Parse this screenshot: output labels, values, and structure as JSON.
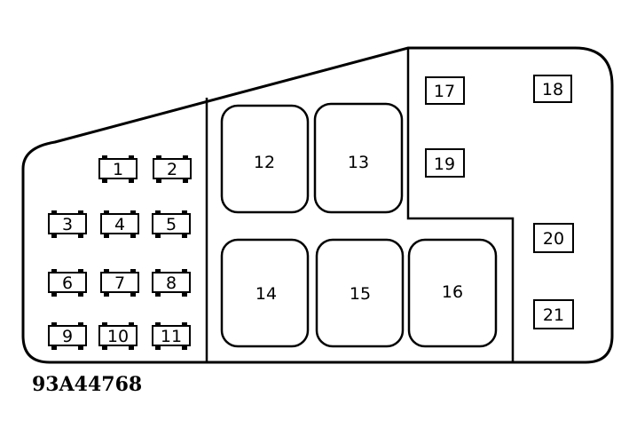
{
  "fuses": [
    {
      "label": "1"
    },
    {
      "label": "2"
    },
    {
      "label": "3"
    },
    {
      "label": "4"
    },
    {
      "label": "5"
    },
    {
      "label": "6"
    },
    {
      "label": "7"
    },
    {
      "label": "8"
    },
    {
      "label": "9"
    },
    {
      "label": "10"
    },
    {
      "label": "11"
    }
  ],
  "relays": [
    {
      "label": "12"
    },
    {
      "label": "13"
    },
    {
      "label": "14"
    },
    {
      "label": "15"
    },
    {
      "label": "16"
    }
  ],
  "small_fuses": [
    {
      "label": "17"
    },
    {
      "label": "18"
    },
    {
      "label": "19"
    },
    {
      "label": "20"
    },
    {
      "label": "21"
    }
  ],
  "figure_code": "93A44768"
}
